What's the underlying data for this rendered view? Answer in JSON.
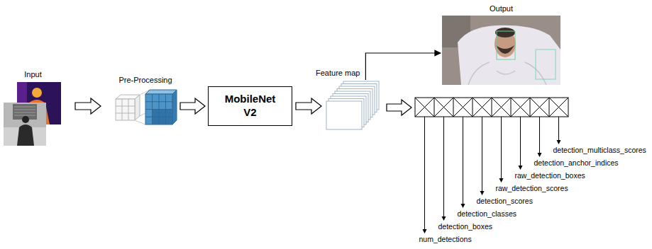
{
  "diagram": {
    "nodes": [
      {
        "text": [
          "Input"
        ]
      },
      {
        "text": [
          "Pre-Processing"
        ]
      },
      {
        "text": [
          "MobileNet V2"
        ]
      },
      {
        "text": [
          "Feature map"
        ]
      },
      {
        "text": [
          "Output"
        ]
      }
    ],
    "edges": [
      {
        "from": 0,
        "to": 1,
        "arrow": "to"
      },
      {
        "from": 1,
        "to": 2,
        "arrow": "to"
      },
      {
        "from": 2,
        "to": 3,
        "arrow": "to"
      },
      {
        "from": 3,
        "to": 4,
        "arrow": "to"
      }
    ],
    "labels": [
      "num_detections",
      "detection_boxes",
      "detection_classes",
      "detection_scores",
      "raw_detection_scores",
      "raw_detection_boxes",
      "detection_anchor_indices",
      "detection_multiclass_scores"
    ]
  }
}
